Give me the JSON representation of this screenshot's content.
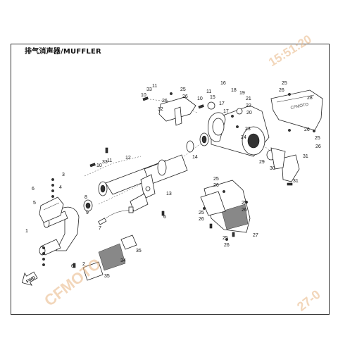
{
  "title": "排气消声器/MUFFLER",
  "watermark": {
    "line1": "15:51:20",
    "line2": "CFMOTO",
    "line3": "27-0"
  },
  "direction_label": "FWD",
  "callouts": [
    {
      "id": "c1",
      "label": "1"
    },
    {
      "id": "c2",
      "label": "2"
    },
    {
      "id": "c3",
      "label": "3"
    },
    {
      "id": "c4",
      "label": "4"
    },
    {
      "id": "c5",
      "label": "5"
    },
    {
      "id": "c6a",
      "label": "6"
    },
    {
      "id": "c6b",
      "label": "6"
    },
    {
      "id": "c6c",
      "label": "6"
    },
    {
      "id": "c7",
      "label": "7"
    },
    {
      "id": "c8",
      "label": "8"
    },
    {
      "id": "c9",
      "label": "9"
    },
    {
      "id": "c10a",
      "label": "10"
    },
    {
      "id": "c10b",
      "label": "10"
    },
    {
      "id": "c10c",
      "label": "10"
    },
    {
      "id": "c11a",
      "label": "11"
    },
    {
      "id": "c11b",
      "label": "11"
    },
    {
      "id": "c11c",
      "label": "11"
    },
    {
      "id": "c12",
      "label": "12"
    },
    {
      "id": "c13",
      "label": "13"
    },
    {
      "id": "c14",
      "label": "14"
    },
    {
      "id": "c15",
      "label": "15"
    },
    {
      "id": "c16",
      "label": "16"
    },
    {
      "id": "c17a",
      "label": "17"
    },
    {
      "id": "c17b",
      "label": "17"
    },
    {
      "id": "c18",
      "label": "18"
    },
    {
      "id": "c19",
      "label": "19"
    },
    {
      "id": "c20",
      "label": "20"
    },
    {
      "id": "c21",
      "label": "21"
    },
    {
      "id": "c22",
      "label": "22"
    },
    {
      "id": "c23",
      "label": "23"
    },
    {
      "id": "c24",
      "label": "24"
    },
    {
      "id": "c25a",
      "label": "25"
    },
    {
      "id": "c25b",
      "label": "25"
    },
    {
      "id": "c25c",
      "label": "25"
    },
    {
      "id": "c25d",
      "label": "25"
    },
    {
      "id": "c25e",
      "label": "25"
    },
    {
      "id": "c25f",
      "label": "25"
    },
    {
      "id": "c25g",
      "label": "25"
    },
    {
      "id": "c26a",
      "label": "26"
    },
    {
      "id": "c26b",
      "label": "26"
    },
    {
      "id": "c26c",
      "label": "26"
    },
    {
      "id": "c26d",
      "label": "26"
    },
    {
      "id": "c26e",
      "label": "26"
    },
    {
      "id": "c26f",
      "label": "26"
    },
    {
      "id": "c26g",
      "label": "26"
    },
    {
      "id": "c26h",
      "label": "26"
    },
    {
      "id": "c26i",
      "label": "26"
    },
    {
      "id": "c27",
      "label": "27"
    },
    {
      "id": "c28",
      "label": "28"
    },
    {
      "id": "c29",
      "label": "29"
    },
    {
      "id": "c30",
      "label": "30"
    },
    {
      "id": "c31a",
      "label": "31"
    },
    {
      "id": "c31b",
      "label": "31"
    },
    {
      "id": "c32",
      "label": "32"
    },
    {
      "id": "c33a",
      "label": "33"
    },
    {
      "id": "c33b",
      "label": "33"
    },
    {
      "id": "c34",
      "label": "34"
    },
    {
      "id": "c35a",
      "label": "35"
    },
    {
      "id": "c35b",
      "label": "35"
    }
  ]
}
